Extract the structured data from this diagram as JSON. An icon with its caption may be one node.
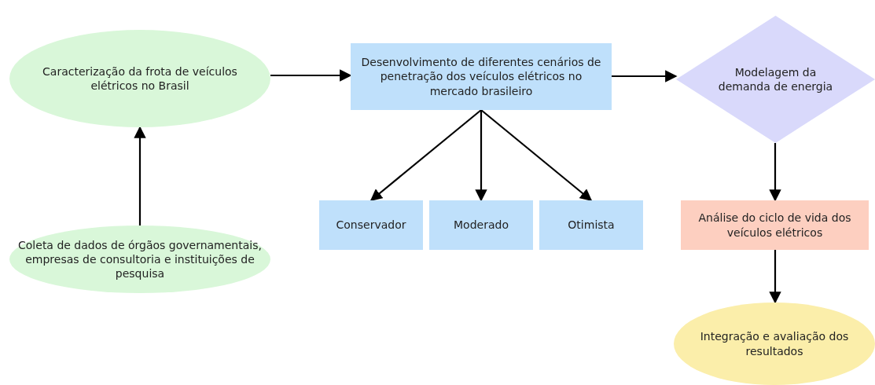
{
  "diagram": {
    "nodes": [
      {
        "text": [
          "Caracterização da frota de veículos elétricos no Brasil"
        ]
      },
      {
        "text": [
          "Coleta de dados de órgãos governamentais, empresas de consultoria e instituições de pesquisa"
        ]
      },
      {
        "text": [
          "Desenvolvimento de diferentes cenários de penetração dos veículos elétricos no mercado brasileiro"
        ]
      },
      {
        "text": [
          "Modelagem da demanda de energia"
        ]
      },
      {
        "text": [
          "Conservador"
        ]
      },
      {
        "text": [
          "Moderado"
        ]
      },
      {
        "text": [
          "Otimista"
        ]
      },
      {
        "text": [
          "Análise do ciclo de vida dos veículos elétricos"
        ]
      },
      {
        "text": [
          "Integração e avaliação dos resultados"
        ]
      }
    ],
    "edges": [
      {
        "from": 1,
        "to": 0,
        "arrow": "to"
      },
      {
        "from": 0,
        "to": 2,
        "arrow": "to"
      },
      {
        "from": 2,
        "to": 3,
        "arrow": "to"
      },
      {
        "from": 2,
        "to": 4,
        "arrow": "to"
      },
      {
        "from": 2,
        "to": 5,
        "arrow": "to"
      },
      {
        "from": 2,
        "to": 6,
        "arrow": "to"
      },
      {
        "from": 3,
        "to": 7,
        "arrow": "to"
      },
      {
        "from": 7,
        "to": 8,
        "arrow": "to"
      }
    ]
  }
}
